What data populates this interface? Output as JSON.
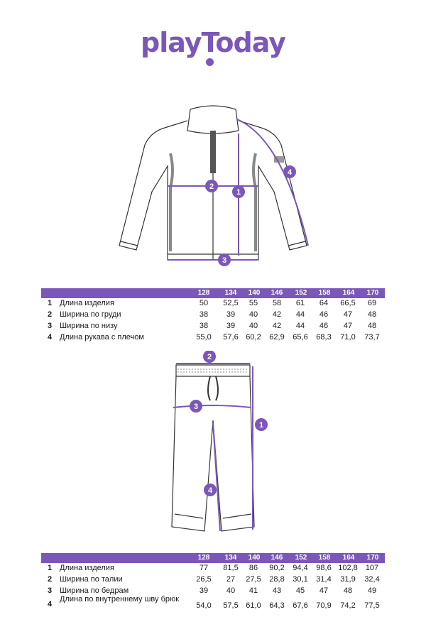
{
  "brand": {
    "logo_text": "playToday",
    "accent_color": "#7a57b8"
  },
  "jacket_table": {
    "sizes": [
      "128",
      "134",
      "140",
      "146",
      "152",
      "158",
      "164",
      "170"
    ],
    "rows": [
      {
        "num": "1",
        "label": "Длина изделия",
        "values": [
          "50",
          "52,5",
          "55",
          "58",
          "61",
          "64",
          "66,5",
          "69"
        ]
      },
      {
        "num": "2",
        "label": "Ширина по груди",
        "values": [
          "38",
          "39",
          "40",
          "42",
          "44",
          "46",
          "47",
          "48"
        ]
      },
      {
        "num": "3",
        "label": "Ширина по низу",
        "values": [
          "38",
          "39",
          "40",
          "42",
          "44",
          "46",
          "47",
          "48"
        ]
      },
      {
        "num": "4",
        "label": "Длина рукава с плечом",
        "values": [
          "55,0",
          "57,6",
          "60,2",
          "62,9",
          "65,6",
          "68,3",
          "71,0",
          "73,7"
        ]
      }
    ]
  },
  "pants_table": {
    "sizes": [
      "128",
      "134",
      "140",
      "146",
      "152",
      "158",
      "164",
      "170"
    ],
    "rows": [
      {
        "num": "1",
        "label": "Длина изделия",
        "values": [
          "77",
          "81,5",
          "86",
          "90,2",
          "94,4",
          "98,6",
          "102,8",
          "107"
        ]
      },
      {
        "num": "2",
        "label": "Ширина по талии",
        "values": [
          "26,5",
          "27",
          "27,5",
          "28,8",
          "30,1",
          "31,4",
          "31,9",
          "32,4"
        ]
      },
      {
        "num": "3",
        "label": "Ширина по бедрам",
        "values": [
          "39",
          "40",
          "41",
          "43",
          "45",
          "47",
          "48",
          "49"
        ]
      },
      {
        "num": "4",
        "label": "Длина по внутреннему шву брюк",
        "values": [
          "54,0",
          "57,5",
          "61,0",
          "64,3",
          "67,6",
          "70,9",
          "74,2",
          "77,5"
        ]
      }
    ]
  },
  "jacket_markers": [
    "1",
    "2",
    "3",
    "4"
  ],
  "pants_markers": [
    "1",
    "2",
    "3",
    "4"
  ]
}
